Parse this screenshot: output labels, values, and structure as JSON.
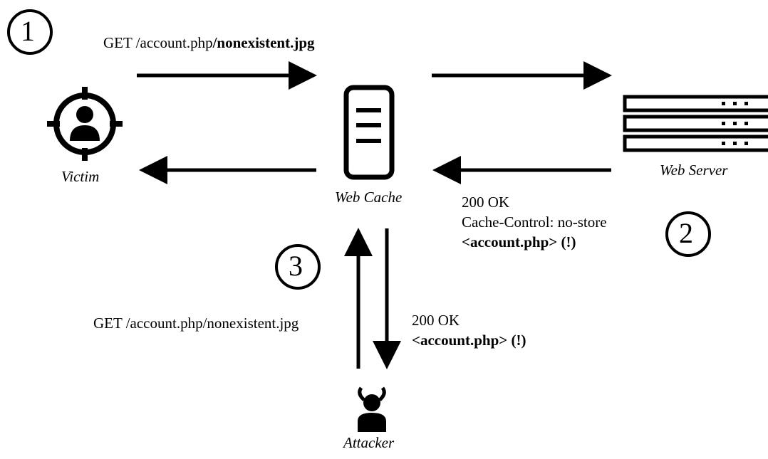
{
  "steps": {
    "one": "1",
    "two": "2",
    "three": "3"
  },
  "actors": {
    "victim": "Victim",
    "web_cache": "Web Cache",
    "web_server": "Web Server",
    "attacker": "Attacker"
  },
  "step1": {
    "request_prefix": "GET /account.php",
    "request_bold": "/nonexistent.jpg"
  },
  "step2": {
    "status": "200 OK",
    "header": "Cache-Control: no-store",
    "body": "<account.php> (!)"
  },
  "step3": {
    "request": "GET /account.php/nonexistent.jpg",
    "status": "200 OK",
    "body": "<account.php> (!)"
  },
  "colors": {
    "ink": "#000000",
    "background": "#ffffff"
  }
}
